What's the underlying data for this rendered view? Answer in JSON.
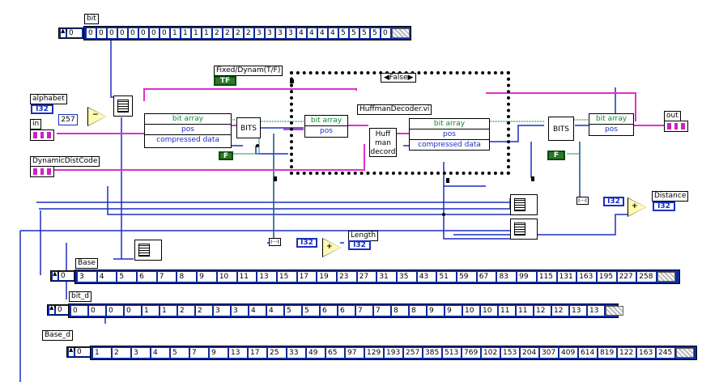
{
  "controls": {
    "bit": {
      "label": "bit",
      "index": "0",
      "values": [
        "0",
        "0",
        "0",
        "0",
        "0",
        "0",
        "0",
        "0",
        "1",
        "1",
        "1",
        "1",
        "2",
        "2",
        "2",
        "2",
        "3",
        "3",
        "3",
        "3",
        "4",
        "4",
        "4",
        "4",
        "5",
        "5",
        "5",
        "5",
        "0"
      ]
    },
    "base": {
      "label": "Base",
      "index": "0",
      "values": [
        "3",
        "4",
        "5",
        "6",
        "7",
        "8",
        "9",
        "10",
        "11",
        "13",
        "15",
        "17",
        "19",
        "23",
        "27",
        "31",
        "35",
        "43",
        "51",
        "59",
        "67",
        "83",
        "99",
        "115",
        "131",
        "163",
        "195",
        "227",
        "258"
      ]
    },
    "bit_d": {
      "label": "bit_d",
      "index": "0",
      "values": [
        "0",
        "0",
        "0",
        "0",
        "1",
        "1",
        "2",
        "2",
        "3",
        "3",
        "4",
        "4",
        "5",
        "5",
        "6",
        "6",
        "7",
        "7",
        "8",
        "8",
        "9",
        "9",
        "10",
        "10",
        "11",
        "11",
        "12",
        "12",
        "13",
        "13"
      ]
    },
    "base_d": {
      "label": "Base_d",
      "index": "0",
      "values": [
        "1",
        "2",
        "3",
        "4",
        "5",
        "7",
        "9",
        "13",
        "17",
        "25",
        "33",
        "49",
        "65",
        "97",
        "129",
        "193",
        "257",
        "385",
        "513",
        "769",
        "102",
        "153",
        "204",
        "307",
        "409",
        "614",
        "819",
        "122",
        "163",
        "245"
      ]
    }
  },
  "terminals": {
    "alphabet": "alphabet",
    "in": "in",
    "dynamic": "DynamicDistCode",
    "fixed": "Fixed/Dynam(T/F)",
    "out": "out",
    "length": "Length",
    "distance": "Distance",
    "i32": "I32",
    "tf": "TF"
  },
  "constants": {
    "c257": "257",
    "false_tf": "F"
  },
  "case": {
    "selector": "False"
  },
  "subvi": {
    "name": "HuffmanDecoder.vi",
    "decode": "Huff man decord",
    "bits": "BITS"
  },
  "bundle": {
    "rows": [
      "bit array",
      "pos",
      "compressed data"
    ],
    "rows2": [
      "bit array",
      "pos"
    ]
  },
  "colors": {
    "wire_blue": "#1a2fc0",
    "wire_pink": "#e030d0",
    "wire_green": "#2a9a4a",
    "array_bg": "#0d2a9e"
  }
}
